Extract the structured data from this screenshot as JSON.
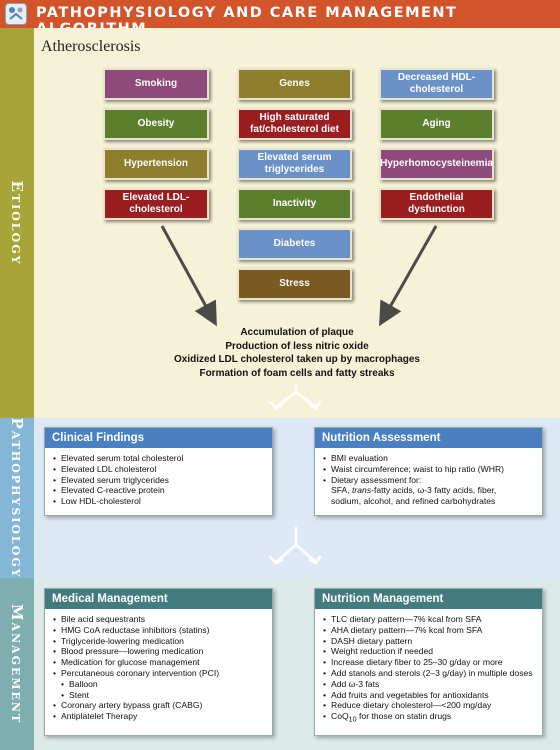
{
  "header": {
    "title": "PATHOPHYSIOLOGY AND CARE MANAGEMENT ALGORITHM",
    "icon": "algorithm-icon"
  },
  "sections": {
    "etiology": "Etiology",
    "pathophysiology": "Pathophysiology",
    "management": "Management"
  },
  "diagram_title": "Atherosclerosis",
  "colors": {
    "header": "#d2542a",
    "etiology_tab": "#a9a437",
    "pathophysiology_tab": "#84b6d8",
    "management_tab": "#7eaeae",
    "patho_card_header": "#4a7fc1",
    "mgmt_card_header": "#437c7e"
  },
  "etiology_factors": {
    "left": [
      {
        "label": "Smoking",
        "color": "#8e4a7a"
      },
      {
        "label": "Obesity",
        "color": "#5c7f2e"
      },
      {
        "label": "Hypertension",
        "color": "#8e7e2c"
      },
      {
        "label": "Elevated LDL-cholesterol",
        "color": "#9a1d20"
      }
    ],
    "center": [
      {
        "label": "Genes",
        "color": "#8e7e2c"
      },
      {
        "label": "High saturated fat/cholesterol diet",
        "color": "#9a1d20"
      },
      {
        "label": "Elevated serum triglycerides",
        "color": "#6a91c8"
      },
      {
        "label": "Inactivity",
        "color": "#5c7f2e"
      },
      {
        "label": "Diabetes",
        "color": "#6a91c8"
      },
      {
        "label": "Stress",
        "color": "#7a5a22"
      }
    ],
    "right": [
      {
        "label": "Decreased HDL-cholesterol",
        "color": "#6a91c8"
      },
      {
        "label": "Aging",
        "color": "#5c7f2e"
      },
      {
        "label": "Hyperhomocysteinemia",
        "color": "#8e4a7a"
      },
      {
        "label": "Endothelial dysfunction",
        "color": "#9a1d20"
      }
    ]
  },
  "outcomes": [
    "Accumulation of plaque",
    "Production of less nitric oxide",
    "Oxidized LDL cholesterol taken up by macrophages",
    "Formation of foam cells and fatty streaks"
  ],
  "clinical_findings": {
    "title": "Clinical Findings",
    "items": [
      "Elevated serum total cholesterol",
      "Elevated LDL cholesterol",
      "Elevated serum triglycerides",
      "Elevated C-reactive protein",
      "Low HDL-cholesterol"
    ]
  },
  "nutrition_assessment": {
    "title": "Nutrition Assessment",
    "items": [
      "BMI evaluation",
      "Waist circumference; waist to hip ratio (WHR)",
      "Dietary assessment for:"
    ],
    "dietary_continuation": {
      "line1_a": "SFA, ",
      "line1_em": "trans",
      "line1_b": "-fatty acids, ω-3 fatty acids, fiber,",
      "line2": "sodium, alcohol, and refined carbohydrates"
    }
  },
  "medical_management": {
    "title": "Medical Management",
    "items": [
      "Bile acid sequestrants",
      "HMG CoA reductase inhibitors (statins)",
      "Triglyceride-lowering medication",
      "Blood pressure—lowering medication",
      "Medication for glucose management",
      "Percutaneous coronary intervention (PCI)"
    ],
    "sub_items": [
      "Balloon",
      "Stent"
    ],
    "items_after": [
      "Coronary artery bypass graft (CABG)",
      "Antiplatelet Therapy"
    ]
  },
  "nutrition_management": {
    "title": "Nutrition Management",
    "items": [
      "TLC dietary pattern—7% kcal from SFA",
      "AHA dietary pattern—7% kcal from SFA",
      "DASH dietary pattern",
      "Weight reduction if needed",
      "Increase dietary fiber to 25–30 g/day or more",
      "Add stanols and sterols (2–3 g/day) in multiple doses",
      "Add ω-3 fats",
      "Add fruits and vegetables for antioxidants",
      "Reduce dietary cholesterol—<200 mg/day"
    ],
    "coq": {
      "prefix": "CoQ",
      "sub": "10",
      "suffix": " for those on statin drugs"
    }
  }
}
